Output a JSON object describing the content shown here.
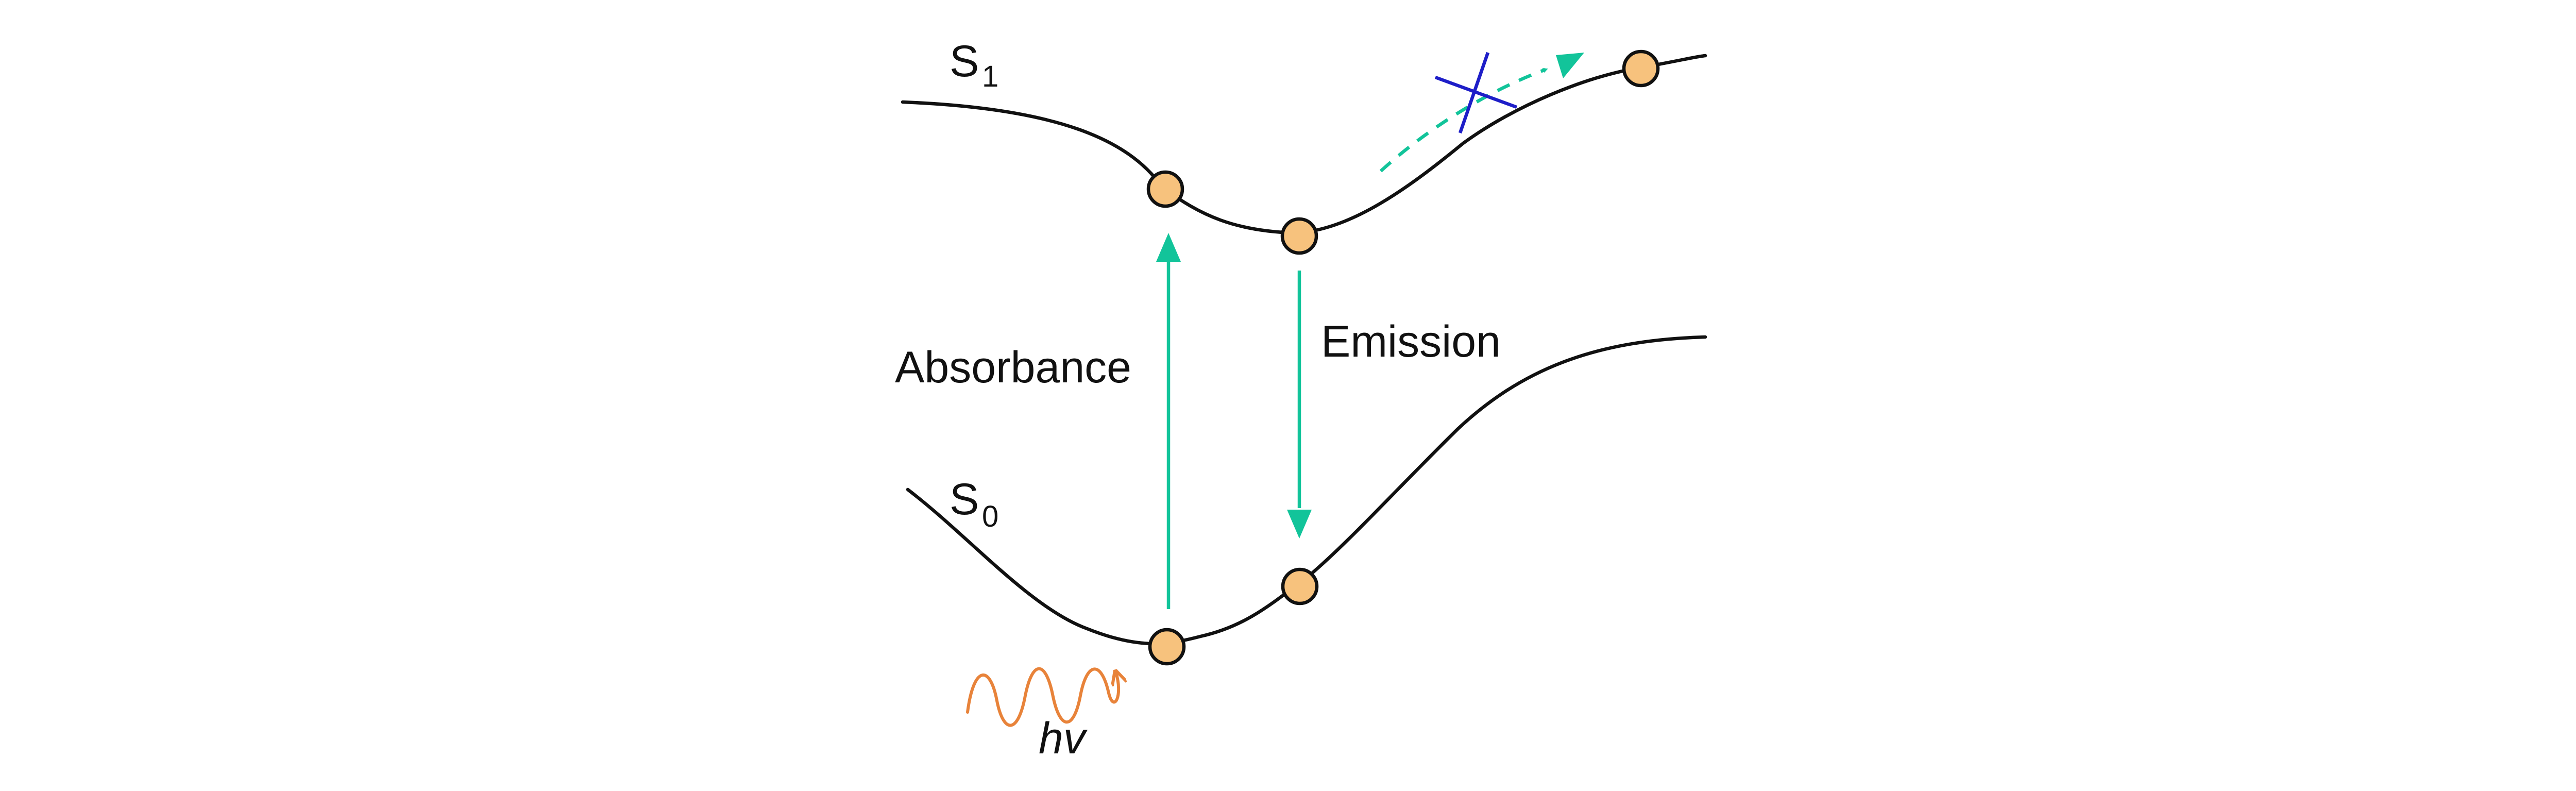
{
  "labels": {
    "s1_main": "S",
    "s1_sub": "1",
    "s0_main": "S",
    "s0_sub": "0",
    "absorbance": "Absorbance",
    "emission": "Emission",
    "photon": "hv"
  },
  "colors": {
    "curve": "#111111",
    "state_fill": "#f7c27d",
    "transition_arrow": "#12c49a",
    "blocked_path_mark": "#1e1ec8",
    "photon_wave": "#e8833a"
  }
}
